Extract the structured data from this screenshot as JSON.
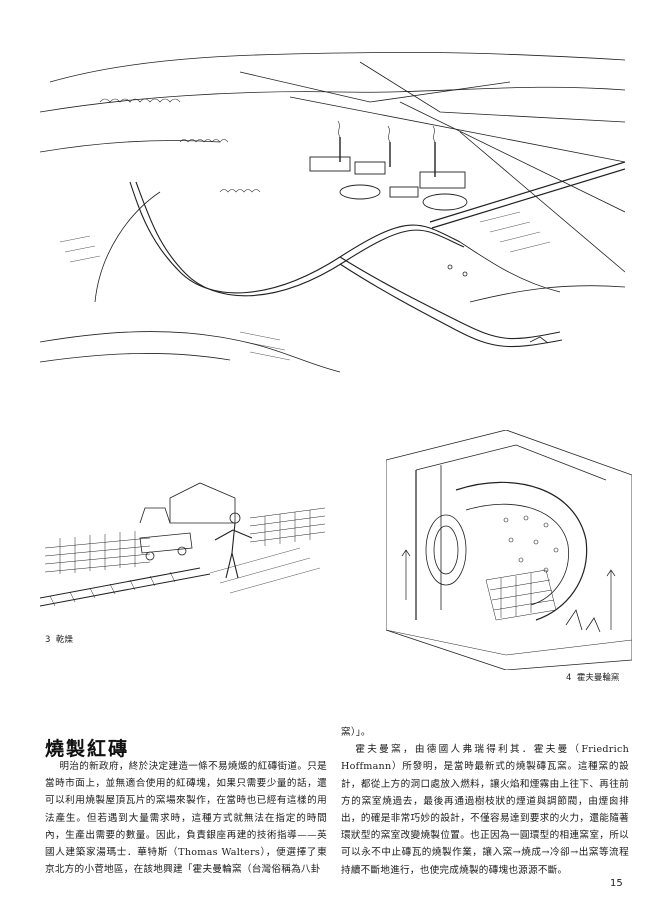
{
  "figures": {
    "drying": {
      "number": "3",
      "caption": "乾燥"
    },
    "kiln": {
      "number": "4",
      "caption": "霍夫曼輪窯"
    }
  },
  "article": {
    "heading": "燒製紅磚",
    "left_paragraph": "明治的新政府，終於決定建造一條不易燒燬的紅磚街道。只是當時市面上，並無適合使用的紅磚塊，如果只需要少量的話，還可以利用燒製屋頂瓦片的窯場來製作，在當時也已經有這樣的用法產生。但若遇到大量需求時，這種方式就無法在指定的時間內，生產出需要的數量。因此，負責銀座再建的技術指導——英國人建築家湯瑪士．華特斯（Thomas Walters），便選擇了東京北方的小菅地區，在該地興建「霍夫曼輪窯（台灣俗稱為八卦",
    "right_continuation": "窯）」。",
    "right_paragraph": "霍夫曼窯，由德國人弗瑞得利其．霍夫曼（Friedrich Hoffmann）所發明，是當時最新式的燒製磚瓦窯。這種窯的設計，都從上方的洞口處放入燃料，讓火焰和煙霧由上往下、再往前方的窯室燒過去，最後再通過樹枝狀的煙道與調節閥，由煙囪排出，的確是非常巧妙的設計，不僅容易達到要求的火力，還能隨著環狀型的窯室改變燒製位置。也正因為一圓環型的相連窯室，所以可以永不中止磚瓦的燒製作業，讓入窯→燒成→冷卻→出窯等流程持續不斷地進行，也使完成燒製的磚塊也源源不斷。"
  },
  "page_number": "15"
}
